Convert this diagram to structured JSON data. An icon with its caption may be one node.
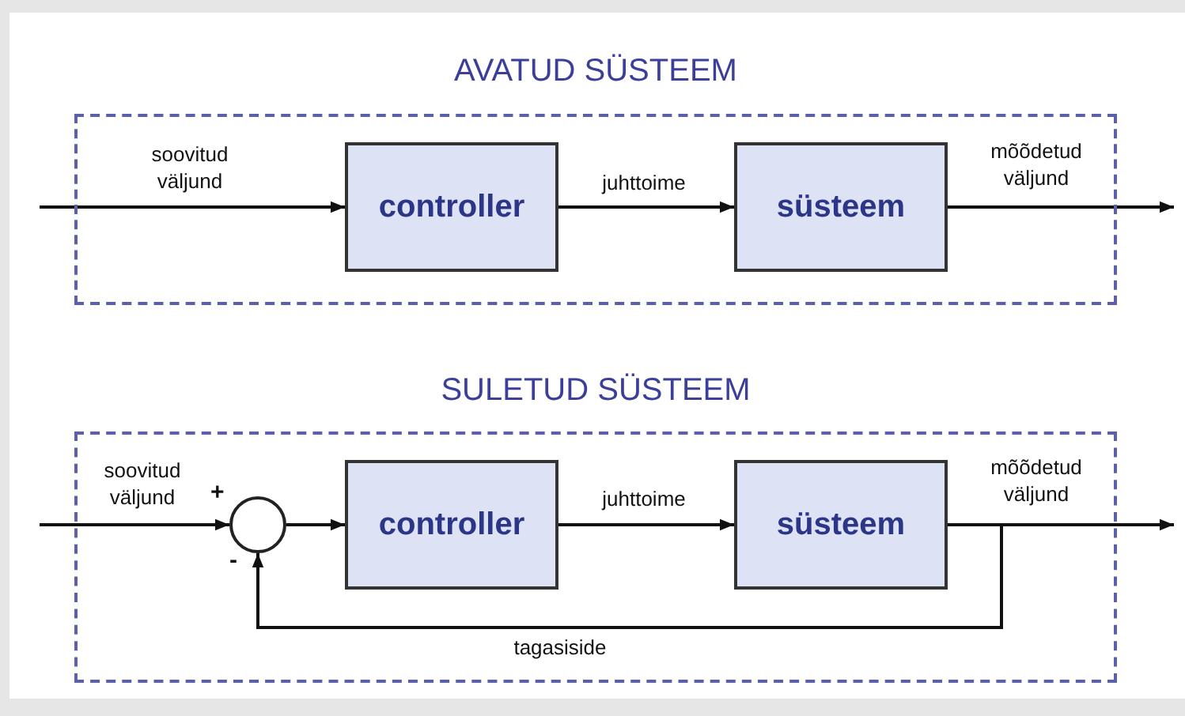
{
  "diagram": {
    "nodes": [
      {
        "text": [
          "AVATUD SÜSTEEM"
        ]
      },
      {
        "text": [
          "controller"
        ],
        "in": 0
      },
      {
        "text": [
          "süsteem"
        ],
        "in": 0
      },
      {
        "text": [
          "SULETUD SÜSTEEM"
        ]
      },
      {
        "text": [],
        "shape": "circle",
        "in": 3
      },
      {
        "text": [
          "controller"
        ],
        "in": 3
      },
      {
        "text": [
          "süsteem"
        ],
        "in": 3
      }
    ],
    "edges": [
      {
        "from": null,
        "to": 1,
        "arrow": "to",
        "label": "soovitud väljund"
      },
      {
        "from": 1,
        "to": 2,
        "arrow": "to",
        "label": "juhttoime"
      },
      {
        "from": 2,
        "to": null,
        "arrow": "to",
        "label": "mõõdetud väljund"
      },
      {
        "from": null,
        "to": 4,
        "arrow": "to",
        "label": "soovitud väljund"
      },
      {
        "from": 4,
        "to": 5,
        "arrow": "to"
      },
      {
        "from": 5,
        "to": 6,
        "arrow": "to",
        "label": "juhttoime"
      },
      {
        "from": 6,
        "to": null,
        "arrow": "to",
        "label": "mõõdetud väljund"
      },
      {
        "from": 6,
        "to": 4,
        "arrow": "to",
        "label": "tagasiside"
      }
    ],
    "labels": [
      "+",
      "-"
    ]
  }
}
